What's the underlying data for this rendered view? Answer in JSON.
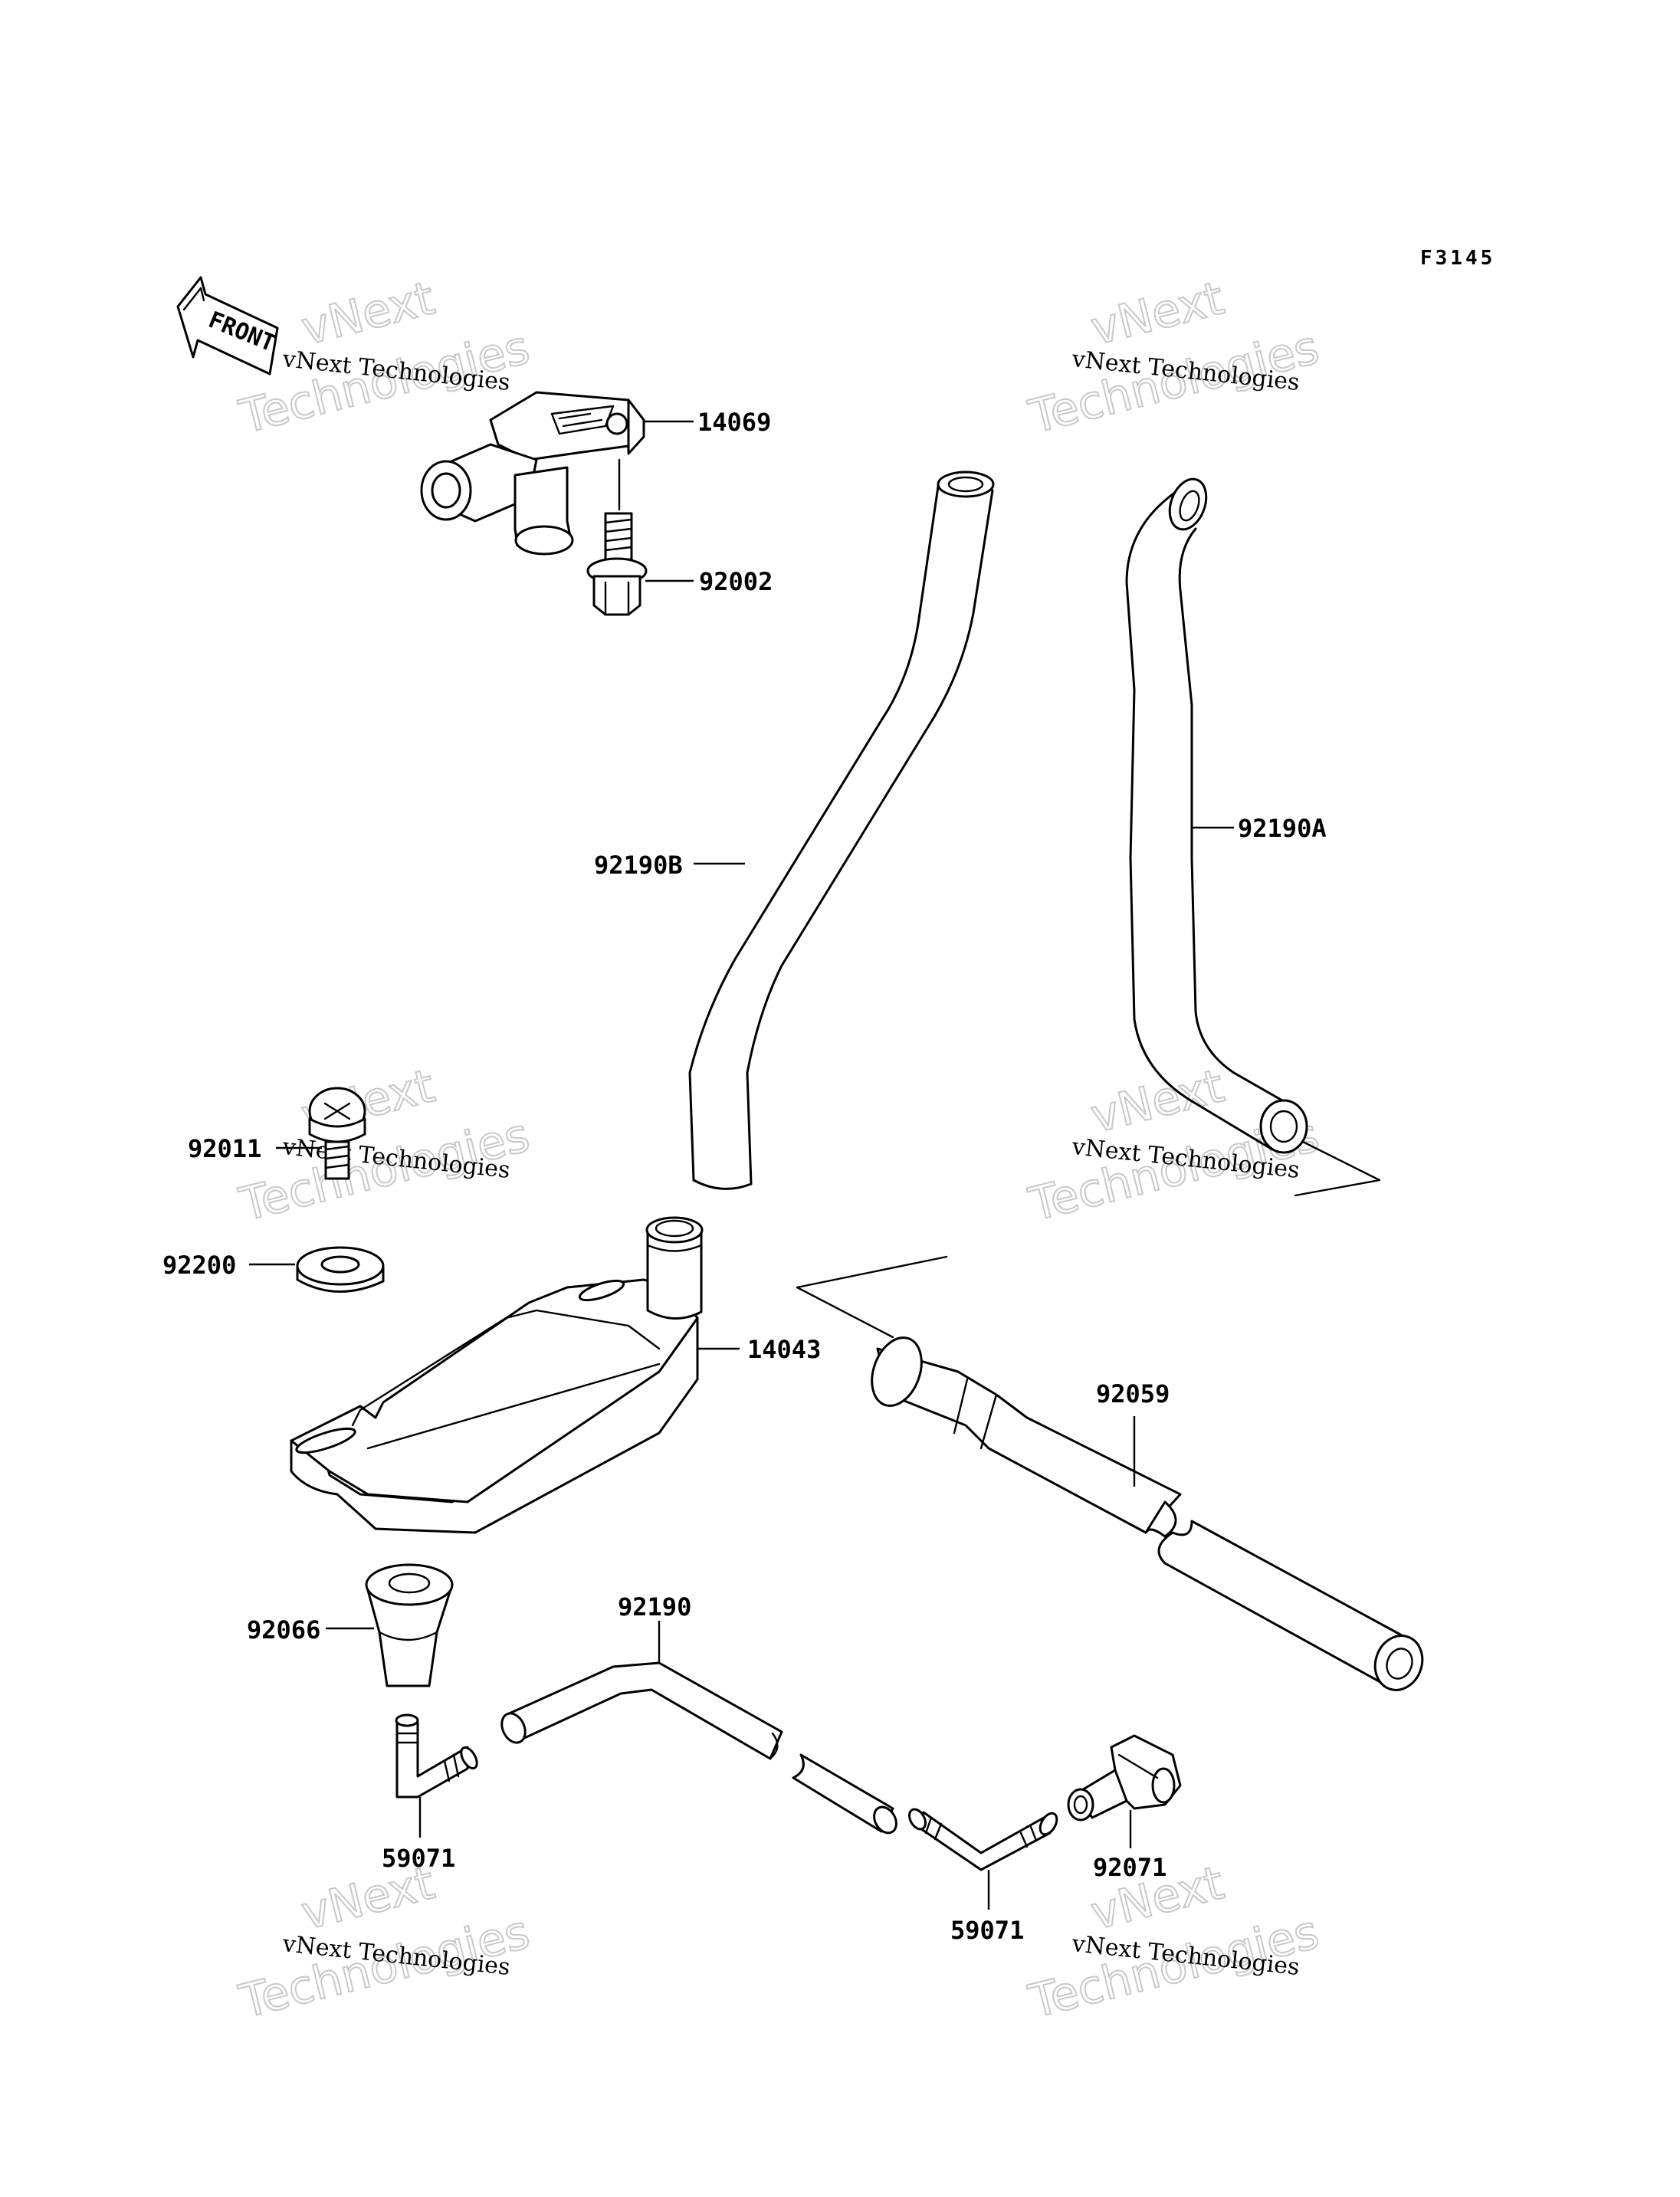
{
  "figure_id": "F3145",
  "front_label": "FRONT",
  "watermark": {
    "line1": "vNext Technologies",
    "outline_top": "vNext",
    "outline_bottom": "Technologies"
  },
  "callouts": {
    "p14069": "14069",
    "p92002": "92002",
    "p92190B": "92190B",
    "p92190A": "92190A",
    "p92011": "92011",
    "p92200": "92200",
    "p14043": "14043",
    "p92059": "92059",
    "p92066": "92066",
    "p92190": "92190",
    "p59071a": "59071",
    "p59071b": "59071",
    "p92071": "92071"
  },
  "colors": {
    "ink": "#000000",
    "watermark_outline": "#c8c8c8",
    "background": "#ffffff"
  }
}
